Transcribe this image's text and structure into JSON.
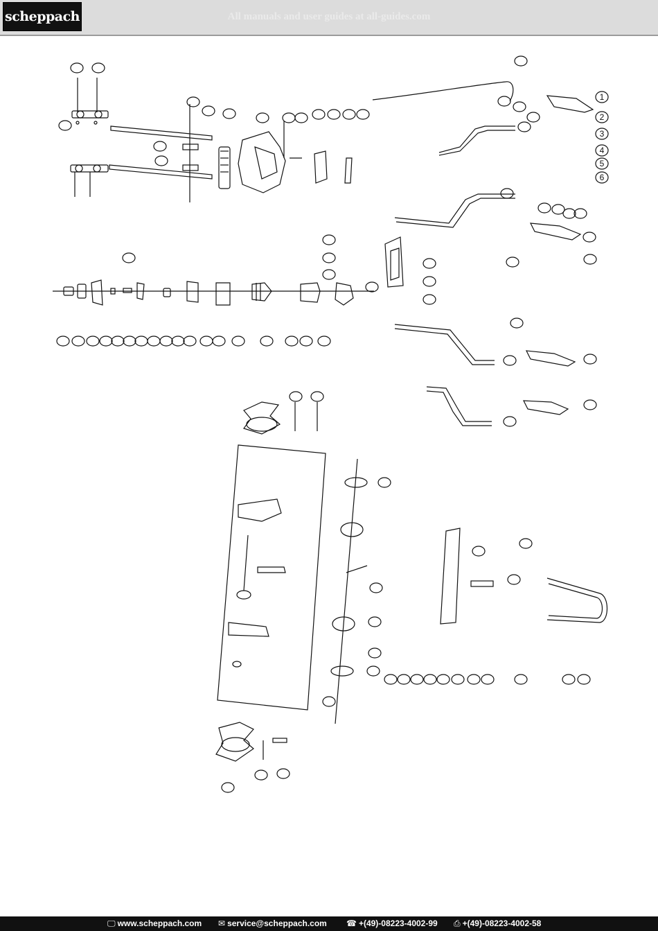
{
  "header": {
    "brand": "scheppach",
    "watermark": "All manuals and user guides at all-guides.com"
  },
  "footer": {
    "website": "www.scheppach.com",
    "email": "service@scheppach.com",
    "phone": "+(49)-08223-4002-99",
    "fax": "+(49)-08223-4002-58",
    "website_icon": "monitor-icon",
    "email_icon": "envelope-icon",
    "phone_icon": "phone-icon",
    "fax_icon": "fax-icon"
  },
  "diagram": {
    "part_numbers_right": [
      "1",
      "2",
      "3",
      "4",
      "5",
      "6"
    ]
  }
}
